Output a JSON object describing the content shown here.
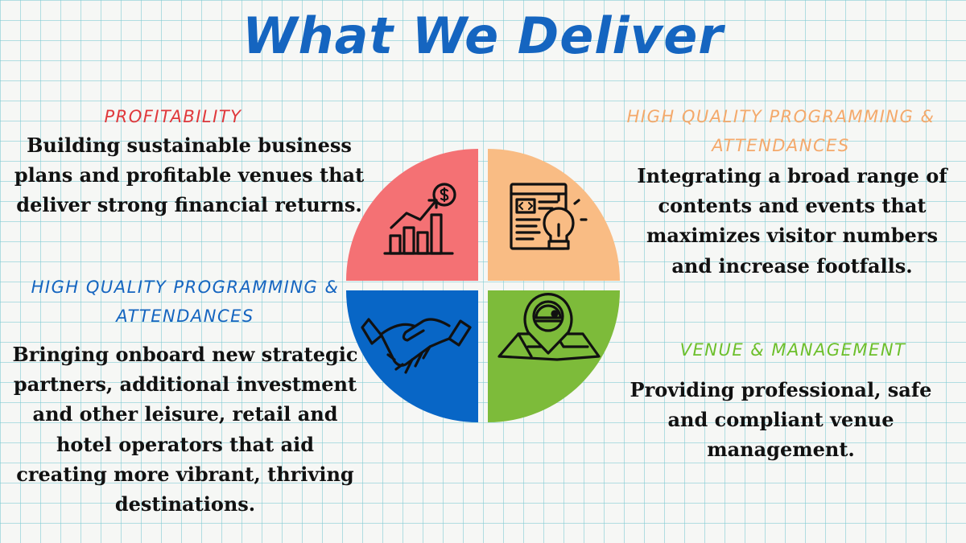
{
  "title": "What We Deliver",
  "sections": {
    "top_left": {
      "heading": "Profitability",
      "text": "Building sustainable business plans and profitable venues that deliver strong financial returns."
    },
    "top_right": {
      "heading": "High Quality Programming & Attendances",
      "text": "Integrating a broad range of contents and events that maximizes visitor numbers and increase footfalls."
    },
    "bottom_left": {
      "heading": "High Quality Programming & Attendances",
      "text": "Bringing onboard new strategic partners, additional investment and other leisure, retail and hotel operators that aid creating more vibrant, thriving destinations."
    },
    "bottom_right": {
      "heading": "Venue & Management",
      "text": "Providing professional, safe and compliant venue management."
    }
  },
  "colors": {
    "title": "#1565c0",
    "profitability": "#f47174",
    "programming": "#f9bc84",
    "partners": "#0866c6",
    "venue": "#7dbb3a"
  },
  "icons": [
    "growth-chart-icon",
    "code-bulb-icon",
    "handshake-icon",
    "location-map-icon"
  ]
}
